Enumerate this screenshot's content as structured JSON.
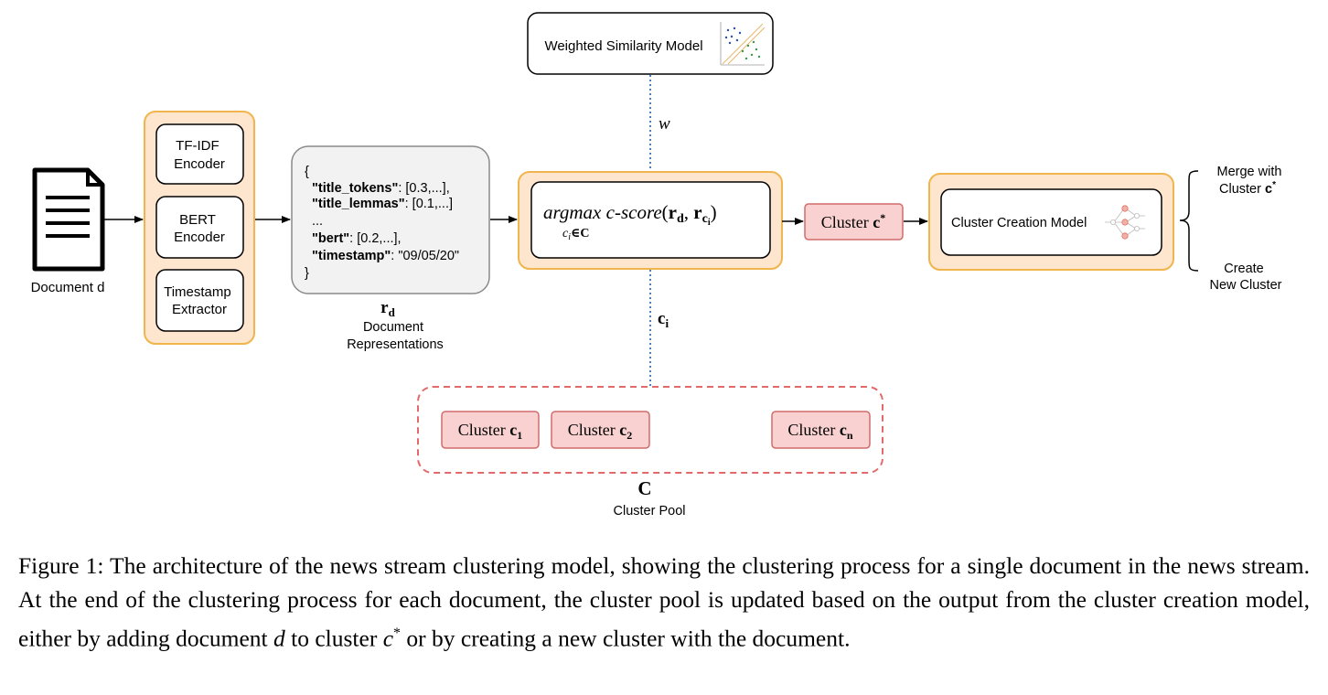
{
  "document": {
    "label": "Document d"
  },
  "encoders": {
    "tfidf": [
      "TF-IDF",
      "Encoder"
    ],
    "bert": [
      "BERT",
      "Encoder"
    ],
    "timestamp": [
      "Timestamp",
      "Extractor"
    ]
  },
  "representation": {
    "open_brace": "{",
    "lines": [
      {
        "key": "\"title_tokens\"",
        "value": ": [0.3,...],"
      },
      {
        "key": "\"title_lemmas\"",
        "value": ": [0.1,...]"
      },
      {
        "key": "",
        "value": "..."
      },
      {
        "key": "\"bert\"",
        "value": ": [0.2,...],"
      },
      {
        "key": "\"timestamp\"",
        "value": ": \"09/05/20\""
      }
    ],
    "close_brace": "}",
    "symbol": "r",
    "symbol_sub": "d",
    "caption": [
      "Document",
      "Representations"
    ]
  },
  "similarity_model": {
    "label": "Weighted Similarity Model",
    "edge_label": "w"
  },
  "argmax": {
    "op": "argmax",
    "func": "c-score",
    "r": "r",
    "r_sub": "d",
    "rc": "r",
    "rc_sub": "c",
    "rc_subsub": "i",
    "below": "c",
    "below_sub": "i",
    "below_rest": "∈C"
  },
  "cluster_star": {
    "prefix": "Cluster ",
    "name": "c",
    "sup": "*"
  },
  "creation_model": {
    "label": "Cluster Creation Model"
  },
  "outcomes": {
    "merge": [
      "Merge with",
      "Cluster "
    ],
    "merge_sym": "c",
    "merge_sup": "*",
    "create": [
      "Create",
      "New Cluster"
    ]
  },
  "pool_edge": {
    "label": "c",
    "sub": "i"
  },
  "pool": {
    "clusters": [
      {
        "prefix": "Cluster ",
        "name": "c",
        "sub": "1"
      },
      {
        "prefix": "Cluster ",
        "name": "c",
        "sub": "2"
      },
      {
        "prefix": "Cluster ",
        "name": "c",
        "sub": "n"
      }
    ],
    "symbol": "C",
    "caption": "Cluster Pool"
  },
  "caption": {
    "p1": "Figure 1: The architecture of the news stream clustering model, showing the clustering process for a single document in the news stream.  At the end of the clustering process for each document, the cluster pool is updated based on the output from the cluster creation model, either by adding document ",
    "d": "d",
    "p2": " to cluster ",
    "c": "c",
    "cstar": "*",
    "p3": " or by creating a new cluster with the document."
  },
  "colors": {
    "orange_fill": "#fde6cd",
    "orange_stroke": "#f0b54c",
    "gray_fill": "#f2f2f2",
    "cluster_fill": "#f9d1d1",
    "cluster_stroke": "#d26b6b",
    "pool_dash": "#e26a6a",
    "dotted_edge": "#4d7fbf"
  }
}
